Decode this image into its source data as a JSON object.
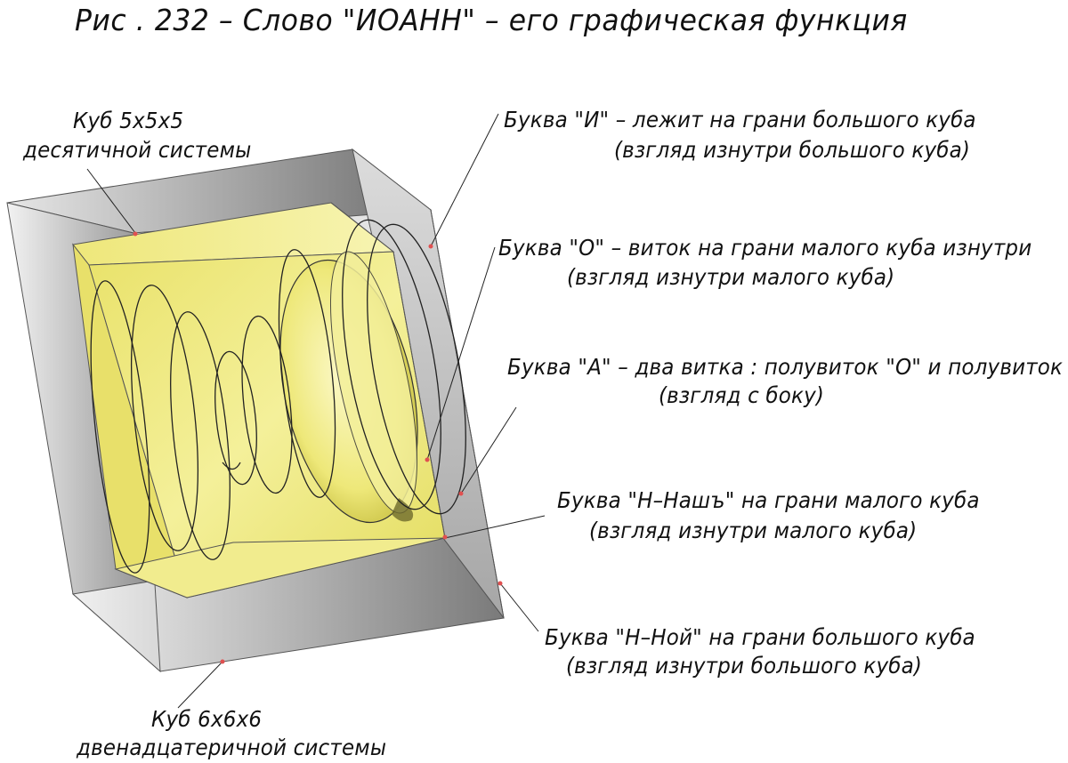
{
  "figure": {
    "title": "Рис . 232 – Слово \"ИОАНН\" – его графическая функция"
  },
  "labels": {
    "small_cube": {
      "line1": "Куб 5х5х5",
      "line2": "десятичной системы"
    },
    "letter_I": {
      "line1": "Буква \"И\" – лежит на грани большого куба",
      "line2": "(взгляд изнутри большого куба)"
    },
    "letter_O": {
      "line1": "Буква \"О\" – виток на грани малого куба изнутри",
      "line2": "(взгляд изнутри малого куба)"
    },
    "letter_A": {
      "line1": "Буква \"А\" – два витка : полувиток \"О\" и полувиток \"И\"",
      "line2": "(взгляд с боку)"
    },
    "letter_N_nash": {
      "line1": "Буква \"Н–Нашъ\" на грани малого куба",
      "line2": "(взгляд изнутри малого куба)"
    },
    "letter_N_noy": {
      "line1": "Буква \"Н–Ной\" на грани большого куба",
      "line2": "(взгляд изнутри большого куба)"
    },
    "big_cube": {
      "line1": "Куб 6х6х6",
      "line2": "двенадцатеричной системы"
    }
  },
  "colors": {
    "big_cube_gray": "#b8b8b8",
    "small_cube_yellow": "#f2ee86",
    "leader_line": "#222222",
    "anchor_dot": "#e05050"
  }
}
